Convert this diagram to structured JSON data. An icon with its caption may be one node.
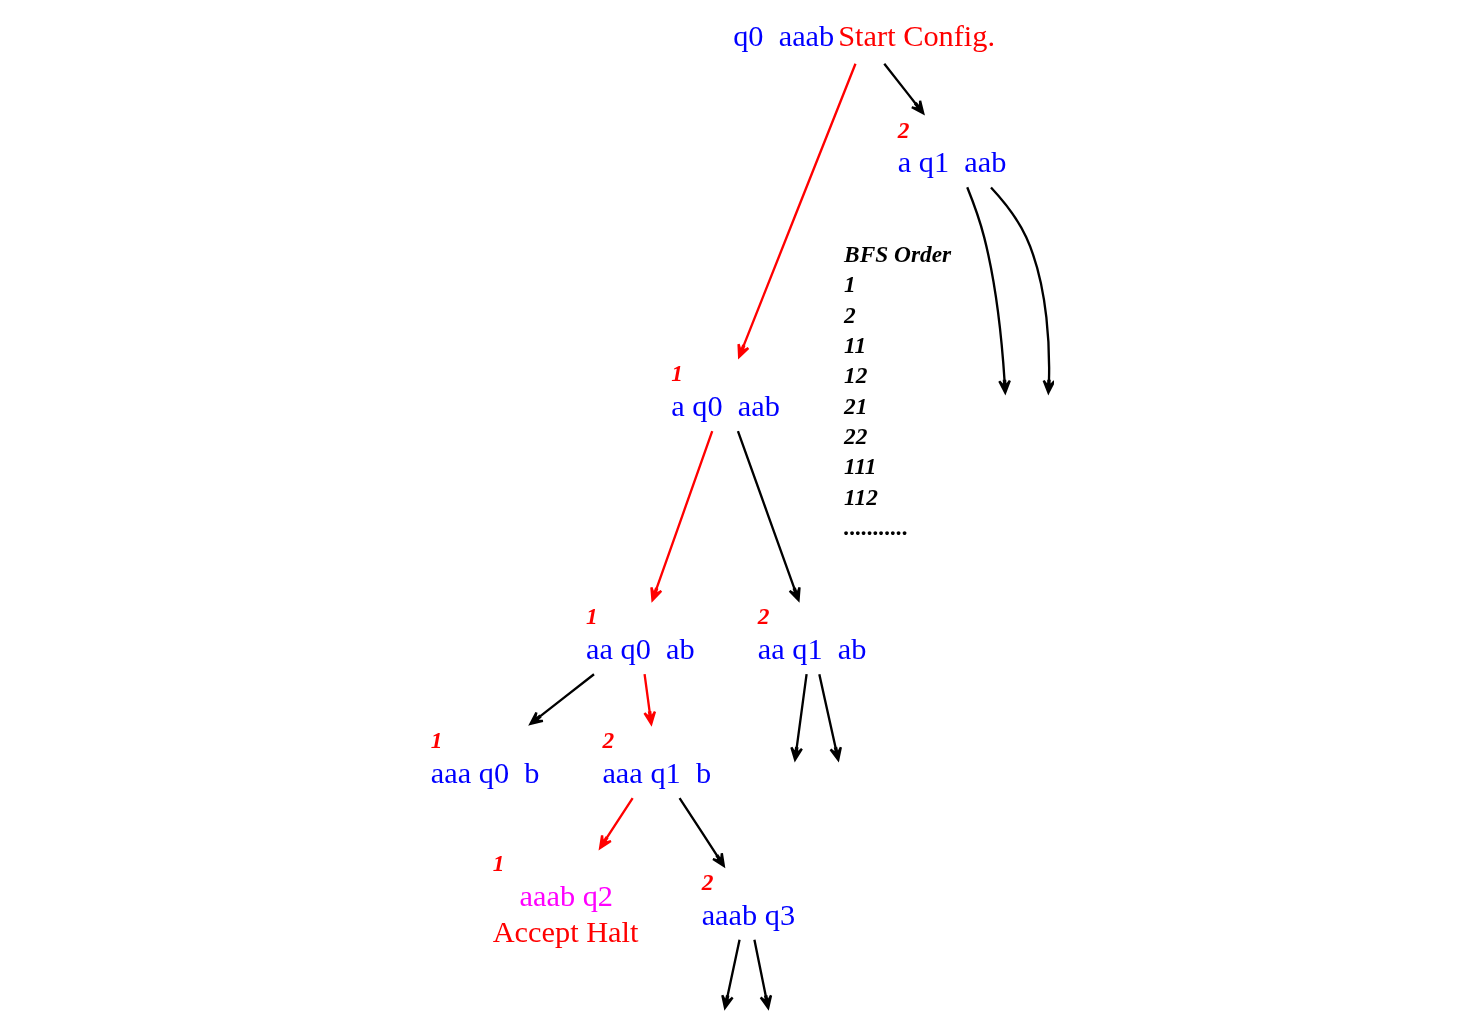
{
  "diagram": {
    "nodes": [
      {
        "text": [
          "q0  aaab"
        ],
        "beside": [
          "Start Config."
        ]
      },
      {
        "text": [
          "a q0  aab"
        ],
        "beside": [
          "1"
        ]
      },
      {
        "text": [
          "a q1  aab"
        ],
        "beside": [
          "2"
        ]
      },
      {
        "text": [
          "aa q0  ab"
        ],
        "beside": [
          "1"
        ]
      },
      {
        "text": [
          "aa q1  ab"
        ],
        "beside": [
          "2"
        ]
      },
      {
        "text": [
          "aaa q0  b"
        ],
        "beside": [
          "1"
        ]
      },
      {
        "text": [
          "aaa q1  b"
        ],
        "beside": [
          "2"
        ]
      },
      {
        "text": [
          "aaab q2"
        ],
        "beside": [
          "1",
          "Accept Halt"
        ]
      },
      {
        "text": [
          "aaab q3"
        ],
        "beside": [
          "2"
        ]
      }
    ],
    "edges": [
      {
        "from": 0,
        "to": 1,
        "arrow": "to",
        "color": "#ff0000"
      },
      {
        "from": 0,
        "to": 2,
        "arrow": "to"
      },
      {
        "from": 1,
        "to": 3,
        "arrow": "to",
        "color": "#ff0000"
      },
      {
        "from": 1,
        "to": 4,
        "arrow": "to"
      },
      {
        "from": 2,
        "to": null,
        "arrow": "to"
      },
      {
        "from": 2,
        "to": null,
        "arrow": "to"
      },
      {
        "from": 3,
        "to": 5,
        "arrow": "to"
      },
      {
        "from": 3,
        "to": 6,
        "arrow": "to",
        "color": "#ff0000"
      },
      {
        "from": 4,
        "to": null,
        "arrow": "to"
      },
      {
        "from": 4,
        "to": null,
        "arrow": "to"
      },
      {
        "from": 6,
        "to": 7,
        "arrow": "to",
        "color": "#ff0000"
      },
      {
        "from": 6,
        "to": 8,
        "arrow": "to"
      },
      {
        "from": 8,
        "to": null,
        "arrow": "to"
      },
      {
        "from": 8,
        "to": null,
        "arrow": "to"
      }
    ],
    "labels": [
      "BFS Order",
      "1",
      "2",
      "11",
      "12",
      "21",
      "22",
      "111",
      "112",
      "..........."
    ]
  }
}
